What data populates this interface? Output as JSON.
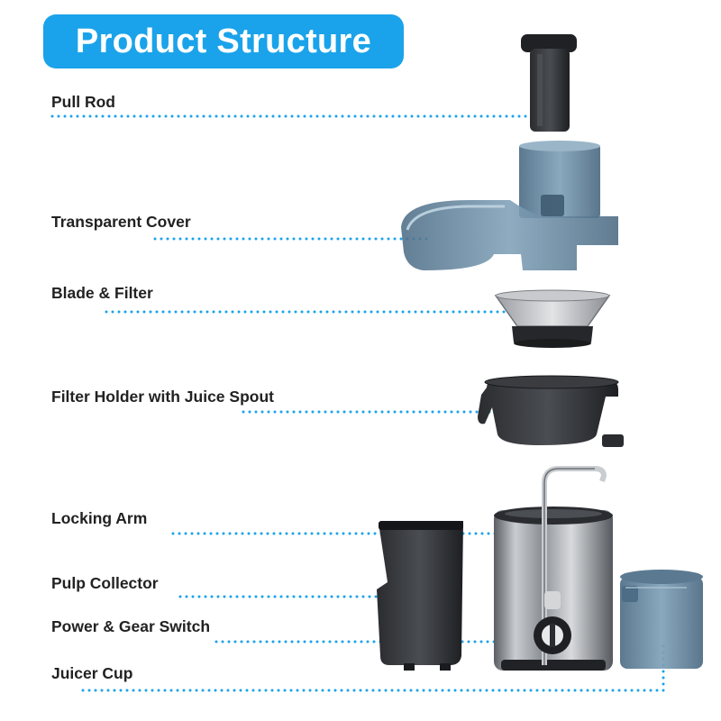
{
  "title": "Product Structure",
  "parts": [
    {
      "label": "Pull Rod"
    },
    {
      "label": "Transparent Cover"
    },
    {
      "label": "Blade & Filter"
    },
    {
      "label": "Filter Holder with Juice Spout"
    },
    {
      "label": "Locking Arm"
    },
    {
      "label": "Pulp Collector"
    },
    {
      "label": "Power & Gear Switch"
    },
    {
      "label": "Juicer Cup"
    }
  ],
  "colors": {
    "title_bg": "#1aa3ea",
    "leader_dots": "#1aa3ea",
    "label_text": "#222222"
  }
}
